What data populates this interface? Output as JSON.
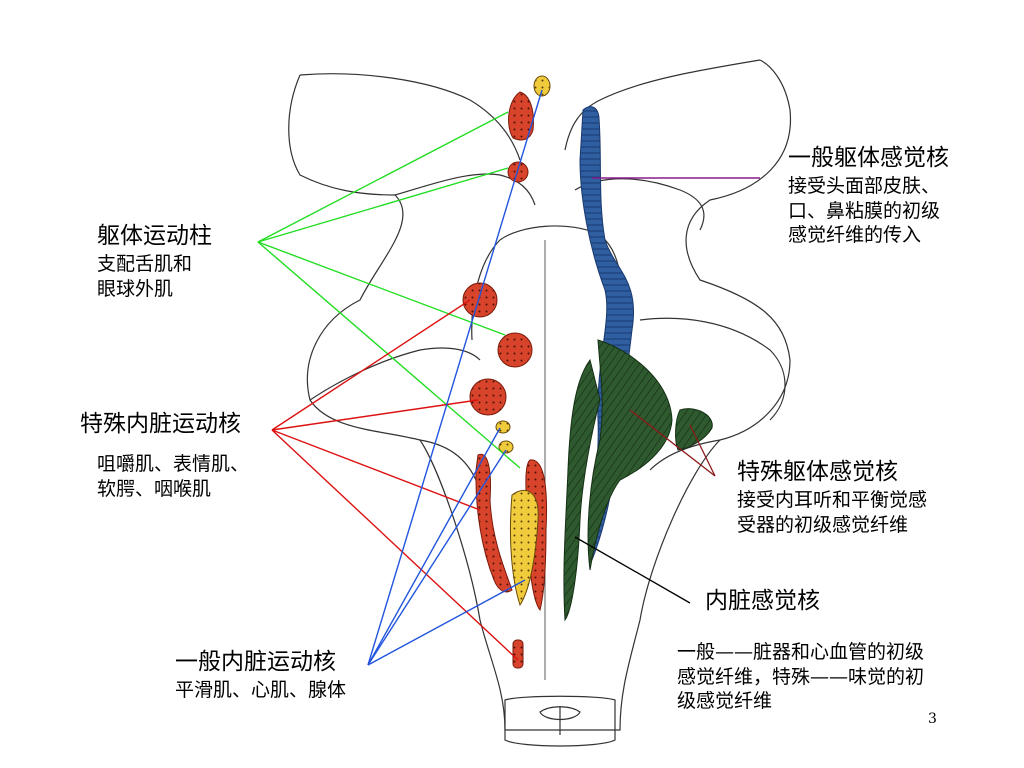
{
  "page_number": "3",
  "colors": {
    "somatic_motor_line": "#22dd22",
    "special_visceral_motor_line": "#dd1111",
    "general_visceral_motor_line": "#2255dd",
    "somatic_sensory_line": "#8a1a8a",
    "special_somatic_sensory_line": "#8b1a1a",
    "visceral_sensory_line": "#000000",
    "motor_nucleus_fill": "#d8442b",
    "visceral_motor_fill": "#f0cc3c",
    "somatic_sensory_fill": "#2f5fa0",
    "visceral_sensory_fill": "#2f5a2f"
  },
  "labels": {
    "somatic_motor": {
      "title": "躯体运动柱",
      "desc": [
        "支配舌肌和",
        "眼球外肌"
      ]
    },
    "special_visceral_motor": {
      "title": "特殊内脏运动核",
      "desc": [
        "咀嚼肌、表情肌、",
        "软腭、咽喉肌"
      ]
    },
    "general_visceral_motor": {
      "title": "一般内脏运动核",
      "desc": [
        "平滑肌、心肌、腺体"
      ]
    },
    "general_somatic_sensory": {
      "title": "一般躯体感觉核",
      "desc": [
        "接受头面部皮肤、",
        "口、鼻粘膜的初级",
        "感觉纤维的传入"
      ]
    },
    "special_somatic_sensory": {
      "title": "特殊躯体感觉核",
      "desc": [
        "接受内耳听和平衡觉感",
        "受器的初级感觉纤维"
      ]
    },
    "visceral_sensory": {
      "title": "内脏感觉核",
      "desc": [
        "一般——脏器和心血管的初级",
        "感觉纤维，特殊——味觉的初",
        "级感觉纤维"
      ]
    }
  }
}
